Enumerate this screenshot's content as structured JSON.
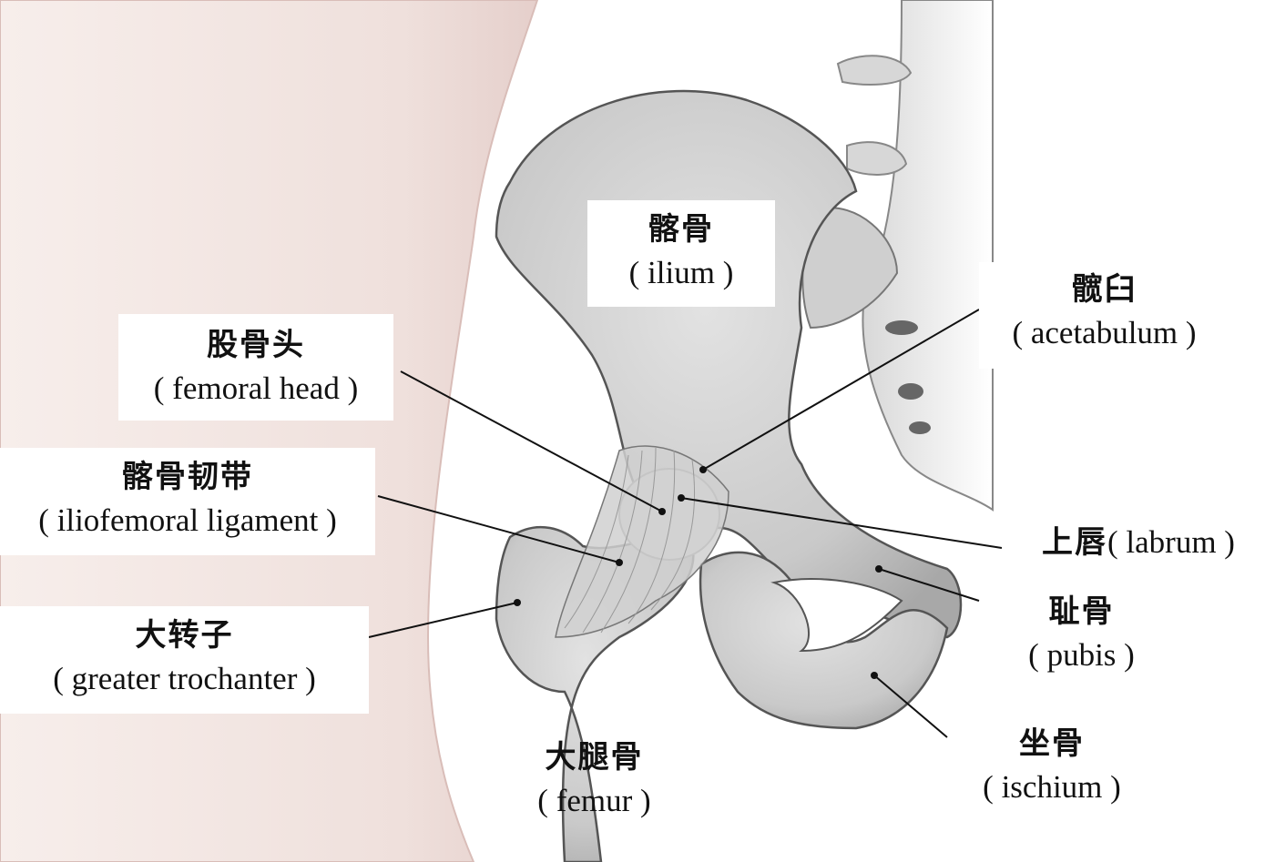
{
  "labels": {
    "ilium": {
      "zh": "髂骨",
      "en": "( ilium )"
    },
    "acetabulum": {
      "zh": "髋臼",
      "en": "( acetabulum )"
    },
    "femoral_head": {
      "zh": "股骨头",
      "en": "( femoral head )"
    },
    "iliofemoral_ligament": {
      "zh": "髂骨韧带",
      "en": "( iliofemoral ligament )"
    },
    "greater_trochanter": {
      "zh": "大转子",
      "en": "( greater trochanter )"
    },
    "labrum": {
      "zh": "上唇",
      "en": "( labrum )"
    },
    "pubis": {
      "zh": "耻骨",
      "en": "( pubis )"
    },
    "ischium": {
      "zh": "坐骨",
      "en": "( ischium )"
    },
    "femur": {
      "zh": "大腿骨",
      "en": "( femur )"
    }
  },
  "colors": {
    "skin": "#f3e6e2",
    "bone": "#d4d4d4",
    "bone_shadow": "#9a9a9a",
    "line": "#111111"
  }
}
